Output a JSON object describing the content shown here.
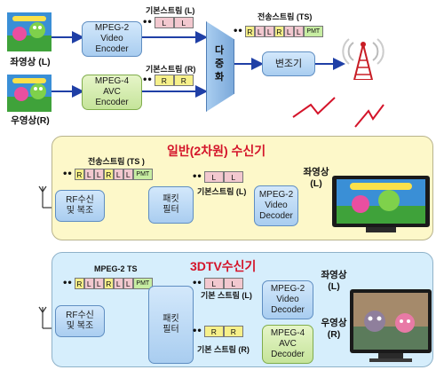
{
  "transmitter": {
    "left_label": "좌영상 (L)",
    "right_label": "우영상(R)",
    "encoder_top": "MPEG-2\nVideo\nEncoder",
    "encoder_bottom": "MPEG-4\nAVC\nEncoder",
    "es_top_label": "기본스트림 (L)",
    "es_bottom_label": "기본스트림 (R)",
    "es_top_cells": [
      "L",
      "L"
    ],
    "es_bottom_cells": [
      "R",
      "R"
    ],
    "mux": "다\n중\n화",
    "ts_label": "전송스트림 (TS)",
    "ts_cells": [
      "R",
      "L",
      "L",
      "R",
      "L",
      "L"
    ],
    "pmt": "PMT",
    "modulator": "변조기",
    "dots": "••"
  },
  "receiver_2d": {
    "title": "일반(2차원) 수신기",
    "ts_label": "전송스트림 (TS )",
    "ts_cells": [
      "R",
      "L",
      "L",
      "R",
      "L",
      "L"
    ],
    "pmt": "PMT",
    "rf": "RF수신\n및 복조",
    "filter": "패킷\n필터",
    "es_label": "기본스트림 (L)",
    "es_cells": [
      "L",
      "L"
    ],
    "decoder": "MPEG-2\nVideo\nDecoder",
    "output_label": "좌영상\n(L)",
    "dots": "••"
  },
  "receiver_3d": {
    "title": "3DTV수신기",
    "ts_label": "MPEG-2 TS",
    "ts_cells": [
      "R",
      "L",
      "L",
      "R",
      "L",
      "L"
    ],
    "pmt": "PMT",
    "rf": "RF수신\n및 복조",
    "filter": "패킷\n필터",
    "es_top_label": "기본 스트림 (L)",
    "es_top_cells": [
      "L",
      "L"
    ],
    "es_bottom_label": "기본 스트림 (R)",
    "es_bottom_cells": [
      "R",
      "R"
    ],
    "decoder_top": "MPEG-2\nVideo\nDecoder",
    "decoder_bottom": "MPEG-4\nAVC\nDecoder",
    "out_top_label": "좌영상\n(L)",
    "out_bottom_label": "우영상\n(R)",
    "dots": "••"
  },
  "colors": {
    "arrow": "#1f3fa6",
    "panel_2d_bg": "#fdf8c9",
    "panel_3d_bg": "#d6eefc",
    "title_red": "#d4142a",
    "lightning": "#d4142a"
  }
}
